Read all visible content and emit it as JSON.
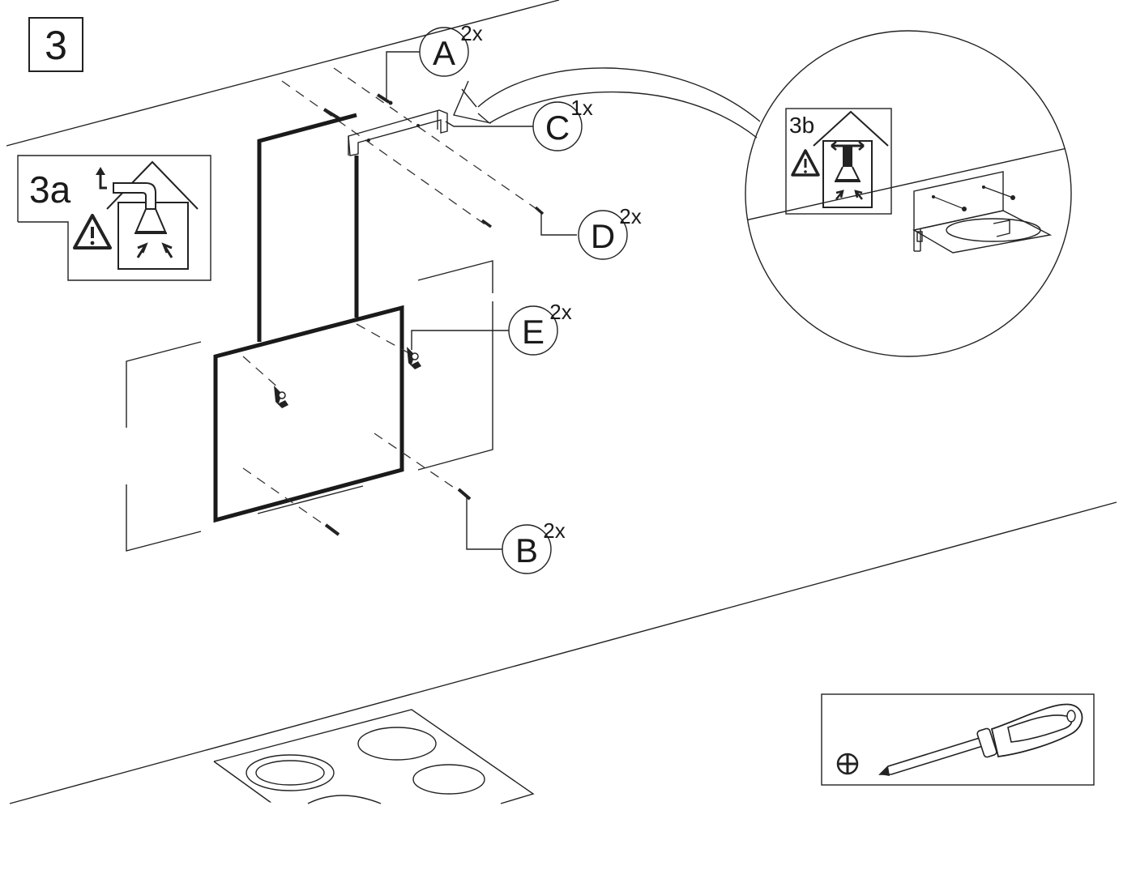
{
  "step": {
    "number": "3"
  },
  "variants": {
    "recirculation": {
      "label": "3a"
    },
    "extraction": {
      "label": "3b"
    }
  },
  "parts": [
    {
      "letter": "A",
      "qty": "2x"
    },
    {
      "letter": "B",
      "qty": "2x"
    },
    {
      "letter": "C",
      "qty": "1x"
    },
    {
      "letter": "D",
      "qty": "2x"
    },
    {
      "letter": "E",
      "qty": "2x"
    }
  ],
  "icons": {
    "warning": "warning-triangle-icon",
    "tool": "phillips-screwdriver-icon",
    "screw_head": "phillips-head-icon"
  },
  "colors": {
    "line": "#1a1a1a",
    "background": "#ffffff"
  }
}
